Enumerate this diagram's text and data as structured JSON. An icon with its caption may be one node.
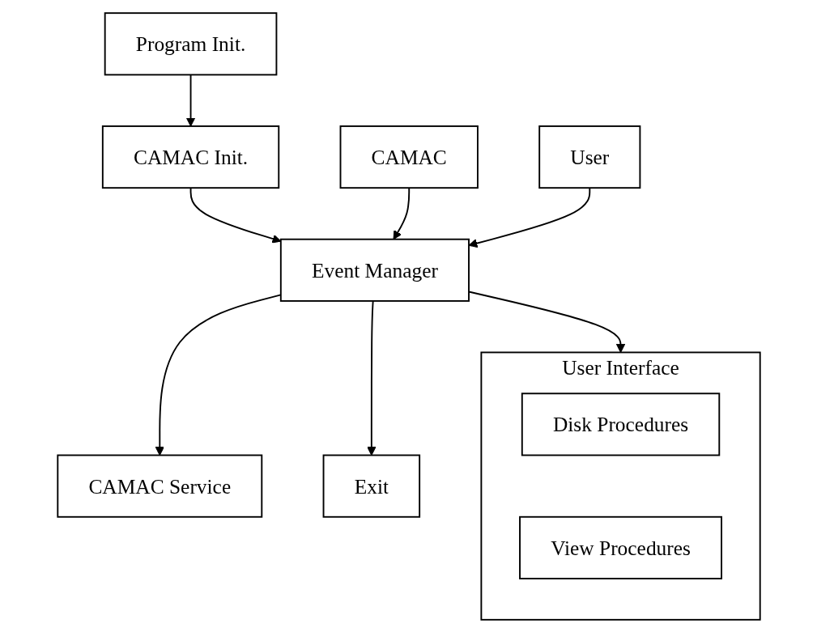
{
  "diagram": {
    "nodes": [
      {
        "text": [
          "Program Init."
        ]
      },
      {
        "text": [
          "CAMAC Init."
        ]
      },
      {
        "text": [
          "CAMAC Service"
        ]
      },
      {
        "text": [
          "Event Manager"
        ]
      },
      {
        "text": [
          "CAMAC"
        ]
      },
      {
        "text": [
          "User Interface"
        ]
      },
      {
        "text": [
          "Disk Procedures"
        ],
        "in": 5
      },
      {
        "text": [
          "View Procedures"
        ],
        "in": 5
      },
      {
        "text": [
          "User"
        ]
      },
      {
        "text": [
          "Exit"
        ]
      }
    ],
    "edges": [
      {
        "from": 0,
        "to": 1,
        "arrow": "to"
      },
      {
        "from": 1,
        "to": 3,
        "arrow": "to"
      },
      {
        "from": 3,
        "to": 2,
        "arrow": "to"
      },
      {
        "from": 4,
        "to": 3,
        "arrow": "to"
      },
      {
        "from": 3,
        "to": 5,
        "arrow": "to"
      },
      {
        "from": 8,
        "to": 3,
        "arrow": "to"
      },
      {
        "from": 3,
        "to": 9,
        "arrow": "to"
      }
    ]
  }
}
